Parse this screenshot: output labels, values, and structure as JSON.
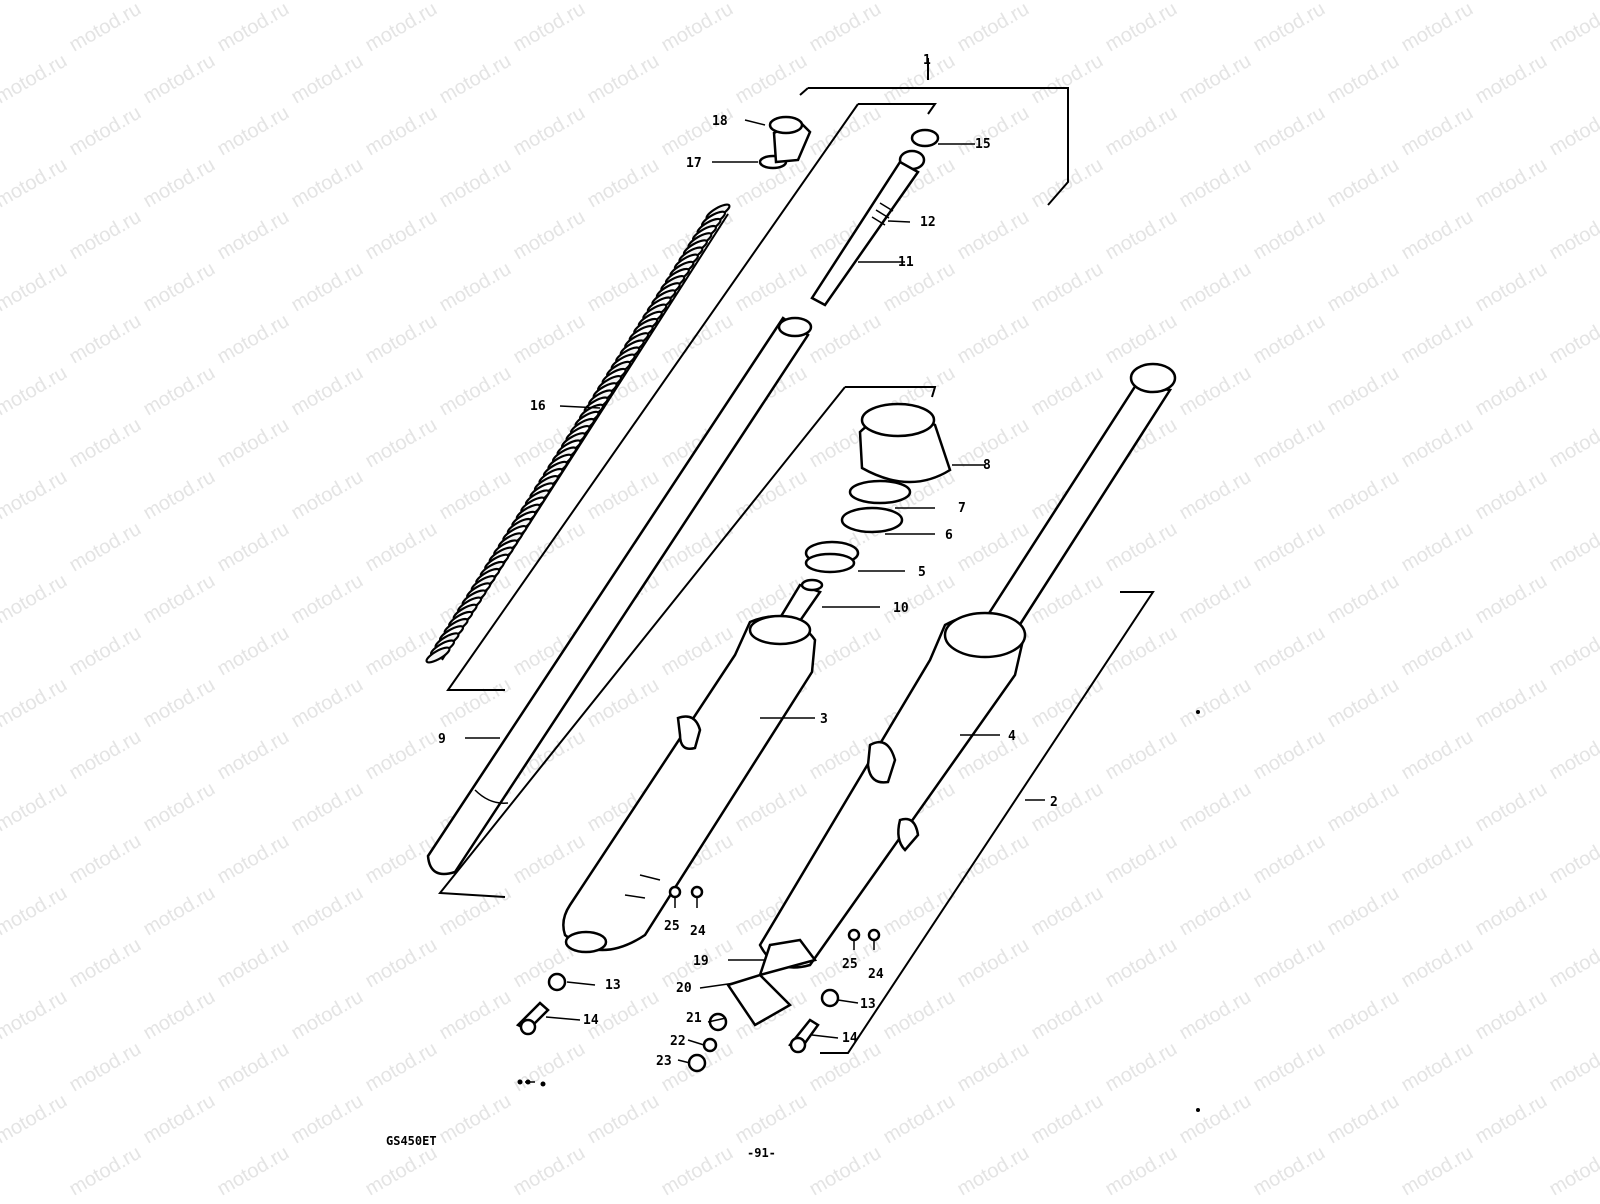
{
  "watermark": "motod.ru",
  "footer": {
    "model": "GS450ET",
    "page": "-91-"
  },
  "callouts": [
    "1",
    "2",
    "3",
    "4",
    "5",
    "6",
    "7",
    "8",
    "9",
    "10",
    "11",
    "12",
    "13",
    "13",
    "14",
    "14",
    "15",
    "16",
    "17",
    "18",
    "19",
    "20",
    "21",
    "22",
    "23",
    "24",
    "24",
    "25",
    "25"
  ]
}
